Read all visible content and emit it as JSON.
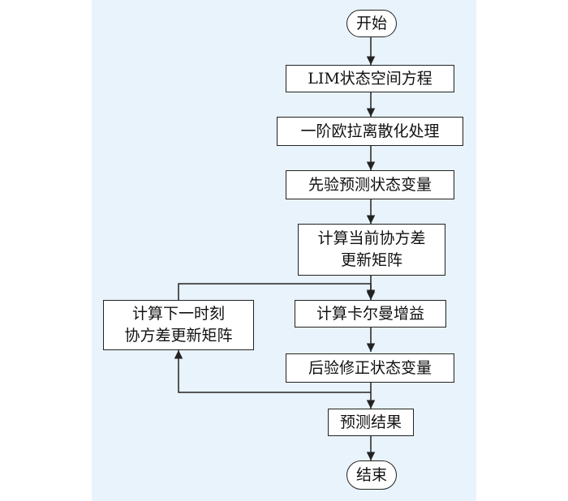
{
  "flowchart": {
    "start": "开始",
    "steps": [
      "LIM状态空间方程",
      "一阶欧拉离散化处理",
      "先验预测状态变量",
      [
        "计算当前协方差",
        "更新矩阵"
      ],
      "计算卡尔曼增益",
      "后验修正状态变量",
      "预测结果"
    ],
    "side_step": [
      "计算下一时刻",
      "协方差更新矩阵"
    ],
    "end": "结束"
  },
  "colors": {
    "panel_background": "#e8f3fb",
    "box_fill": "#ffffff",
    "line": "#222222"
  }
}
